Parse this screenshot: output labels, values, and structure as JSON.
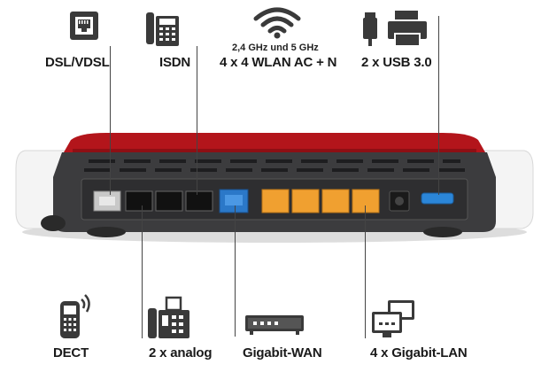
{
  "top_features": [
    {
      "label": "DSL/VDSL",
      "icon": "ethernet-port-icon"
    },
    {
      "label": "ISDN",
      "icon": "desk-phone-icon"
    },
    {
      "sublabel": "2,4 GHz und 5 GHz",
      "label": "4 x 4 WLAN AC + N",
      "icon": "wifi-icon"
    },
    {
      "label": "2 x USB 3.0",
      "icon": "usb-printer-icon"
    }
  ],
  "bottom_features": [
    {
      "label": "DECT",
      "icon": "cordless-phone-icon"
    },
    {
      "label": "2 x analog",
      "icon": "fax-phone-icon"
    },
    {
      "label": "Gigabit-WAN",
      "icon": "modem-icon"
    },
    {
      "label": "4 x Gigabit-LAN",
      "icon": "computer-network-icon"
    }
  ],
  "colors": {
    "router_red": "#b3151b",
    "router_dark": "#3c3c3e",
    "lan_port": "#f0a030",
    "wan_port": "#2b78c8",
    "usb_port": "#2b86d8"
  }
}
